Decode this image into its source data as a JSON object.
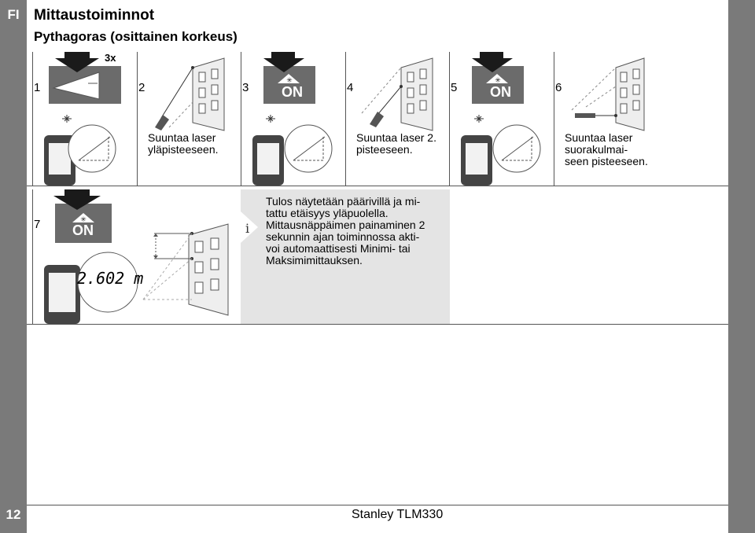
{
  "page": {
    "lang_code": "FI",
    "page_number": "12",
    "section_title": "Mittaustoiminnot",
    "subtitle": "Pythagoras (osittainen korkeus)",
    "footer": "Stanley TLM330"
  },
  "steps": [
    {
      "num": "1",
      "badge": "3x"
    },
    {
      "num": "2",
      "caption": "Suuntaa laser\nyläpisteeseen."
    },
    {
      "num": "3",
      "badge": "ON"
    },
    {
      "num": "4",
      "caption": "Suuntaa laser 2.\npisteeseen."
    },
    {
      "num": "5",
      "badge": "ON"
    },
    {
      "num": "6",
      "caption": "Suuntaa laser\nsuorakulmai-\nseen pisteeseen."
    },
    {
      "num": "7",
      "badge": "ON",
      "display_value": "2.602 m"
    }
  ],
  "info": {
    "icon": "info-icon",
    "text": "Tulos näytetään päärivillä ja mi-\ntattu etäisyys yläpuolella.\nMittausnäppäimen painaminen 2\nsekunnin ajan toiminnossa akti-\nvoi automaattisesti Minimi- tai\nMaksimimittauksen."
  },
  "colors": {
    "sidebar": "#7a7a7a",
    "info_bg": "#e4e4e4",
    "device": "#555555"
  }
}
